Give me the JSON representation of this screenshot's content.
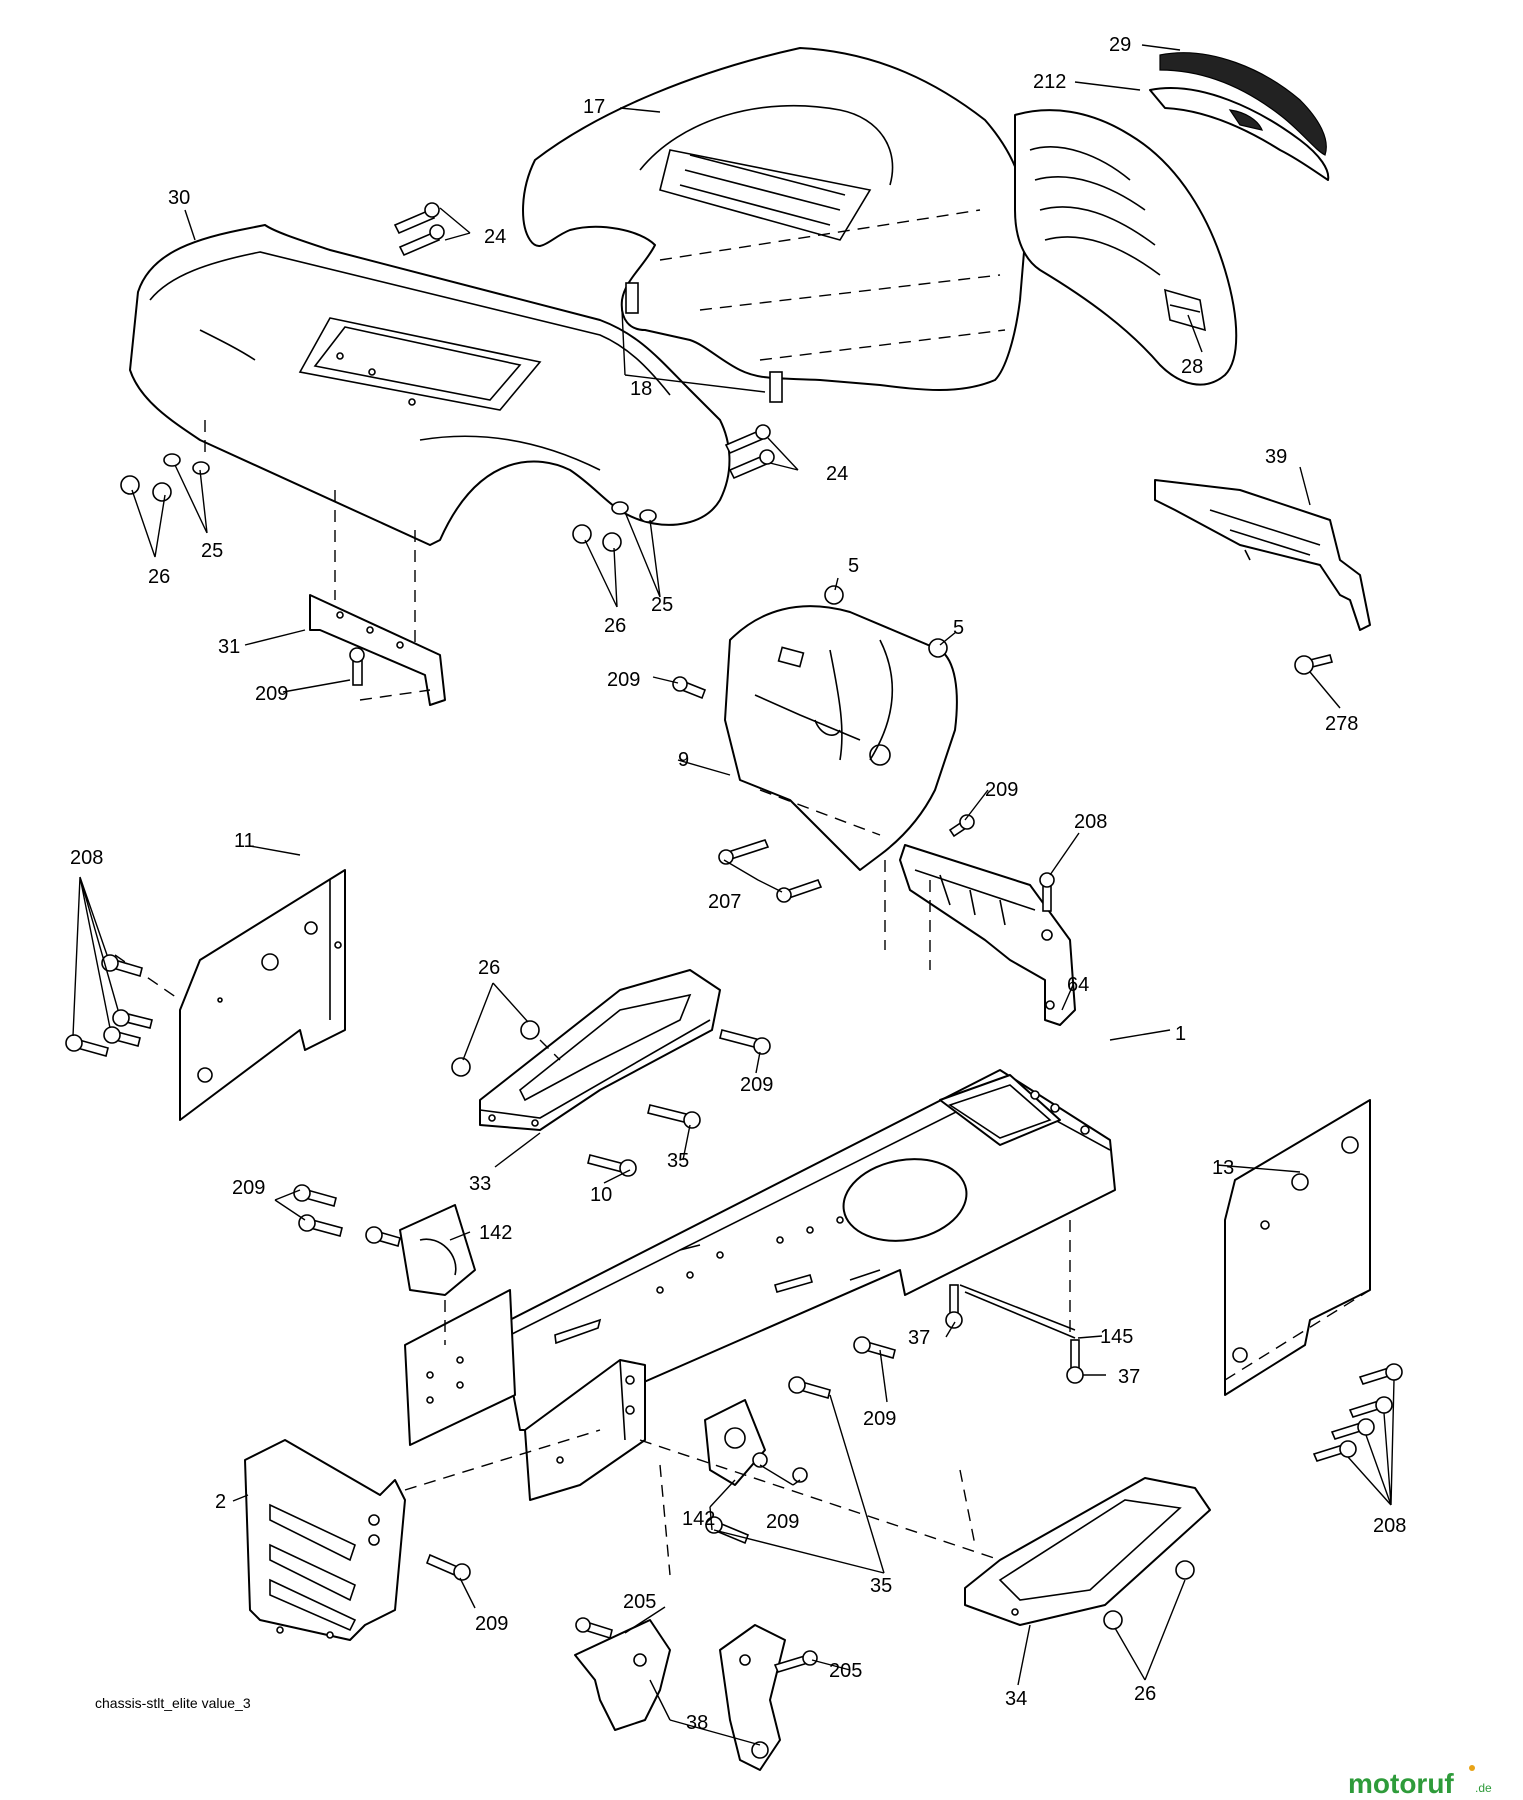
{
  "labels": {
    "p30": "30",
    "p24a": "24",
    "p17": "17",
    "p29": "29",
    "p212": "212",
    "p18": "18",
    "p28": "28",
    "p24b": "24",
    "p26a": "26",
    "p25a": "25",
    "p26b": "26",
    "p25b": "25",
    "p31": "31",
    "p209a": "209",
    "p5a": "5",
    "p5b": "5",
    "p39": "39",
    "p209b": "209",
    "p9": "9",
    "p278": "278",
    "p209c": "209",
    "p208a": "208",
    "p11": "11",
    "p208b": "208",
    "p207": "207",
    "p64": "64",
    "p26c": "26",
    "p209d": "209",
    "p1": "1",
    "p13": "13",
    "p33": "33",
    "p10": "10",
    "p35a": "35",
    "p209e": "209",
    "p142a": "142",
    "p145": "145",
    "p37a": "37",
    "p37b": "37",
    "p209f": "209",
    "p2": "2",
    "p142b": "142",
    "p209g": "209",
    "p208c": "208",
    "p35b": "35",
    "p209h": "209",
    "p205a": "205",
    "p205b": "205",
    "p38": "38",
    "p34": "34",
    "p26d": "26"
  },
  "caption": "chassis-stlt_elite value_3",
  "logo": {
    "main": "motoruf",
    "suffix": ".de"
  },
  "colors": {
    "logo_green": "#2e9b3a",
    "logo_dot": "#e8a317",
    "line": "#000000"
  }
}
